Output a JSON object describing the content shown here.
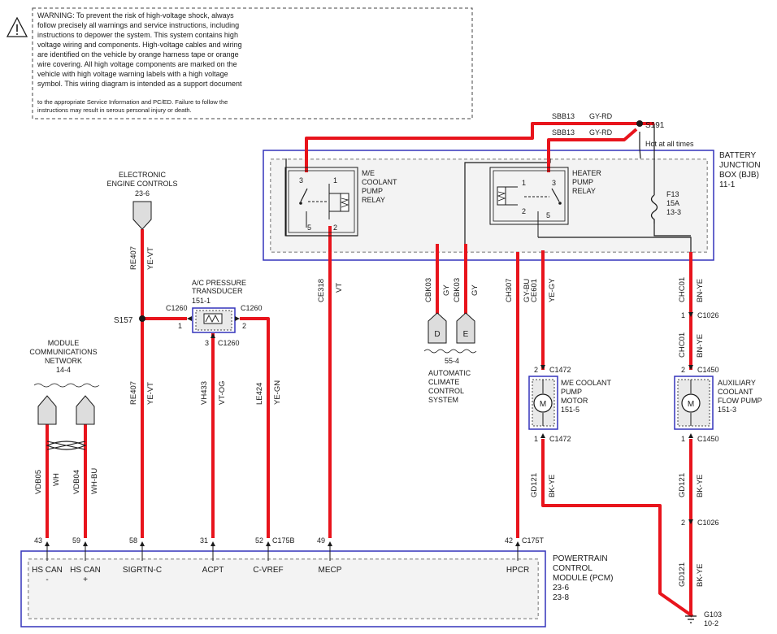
{
  "warning": {
    "lines": [
      "WARNING: To prevent the risk of high-voltage shock, always",
      "follow precisely all warnings and service instructions, including",
      "instructions to depower the system. This system contains high",
      "voltage wiring and components. High-voltage cables and wiring",
      "are identified on the vehicle by orange harness tape or orange",
      "wire covering. All high voltage components are marked on the",
      "vehicle with high voltage warning labels with a high voltage",
      "symbol. This wiring diagram is intended as a support document",
      "to the appropriate Service Information and PC/ED. Failure to follow the",
      "instructions may result in serous personal injury or death."
    ]
  },
  "bjb": {
    "title": [
      "BATTERY",
      "JUNCTION",
      "BOX (BJB)"
    ],
    "ref": "11-1"
  },
  "splice_s191": "S191",
  "hot_at_all_times": "Hot at all times",
  "sbb_top": {
    "circuit": "SBB13",
    "color": "GY-RD"
  },
  "sbb_bottom": {
    "circuit": "SBB13",
    "color": "GY-RD"
  },
  "fuse": {
    "name": "F13",
    "rating": "15A",
    "ref": "13-3"
  },
  "me_relay": {
    "label": [
      "M/E",
      "COOLANT",
      "PUMP",
      "RELAY"
    ],
    "pins": [
      "3",
      "1",
      "5",
      "2"
    ]
  },
  "heater_relay": {
    "label": [
      "HEATER",
      "PUMP",
      "RELAY"
    ],
    "pins": [
      "1",
      "3",
      "2",
      "5"
    ]
  },
  "eec": {
    "label": [
      "ELECTRONIC",
      "ENGINE CONTROLS"
    ],
    "ref": "23-6"
  },
  "mcn": {
    "label": [
      "MODULE",
      "COMMUNICATIONS",
      "NETWORK"
    ],
    "ref": "14-4"
  },
  "ac_transducer": {
    "label": [
      "A/C PRESSURE",
      "TRANSDUCER"
    ],
    "ref": "151-1",
    "conn_left": "C1260",
    "conn_right": "C1260",
    "conn_bottom": "C1260",
    "pin_left": "1",
    "pin_right": "2",
    "pin_bottom": "3"
  },
  "splice_s157": "S157",
  "acc": {
    "label": [
      "AUTOMATIC",
      "CLIMATE",
      "CONTROL",
      "SYSTEM"
    ],
    "ref": "55-4",
    "conn_d": "D",
    "conn_e": "E"
  },
  "wires": {
    "re407_top": {
      "circuit": "RE407",
      "color": "YE-VT"
    },
    "re407_bot": {
      "circuit": "RE407",
      "color": "YE-VT"
    },
    "vdb05": {
      "circuit": "VDB05",
      "color": "WH"
    },
    "vdb04": {
      "circuit": "VDB04",
      "color": "WH-BU"
    },
    "vh433": {
      "circuit": "VH433",
      "color": "VT-OG"
    },
    "le424": {
      "circuit": "LE424",
      "color": "YE-GN"
    },
    "ce318": {
      "circuit": "CE318",
      "color": "VT"
    },
    "cbk03a": {
      "circuit": "CBK03",
      "color": "GY"
    },
    "cbk03b": {
      "circuit": "CBK03",
      "color": "GY"
    },
    "ch307": {
      "circuit": "CH307",
      "color": "GY-BU"
    },
    "ce601": {
      "circuit": "CE601",
      "color": "YE-GY"
    },
    "chc01a": {
      "circuit": "CHC01",
      "color": "BN-YE"
    },
    "chc01b": {
      "circuit": "CHC01",
      "color": "BN-YE"
    },
    "gd121a": {
      "circuit": "GD121",
      "color": "BK-YE"
    },
    "gd121b": {
      "circuit": "GD121",
      "color": "BK-YE"
    },
    "gd121c": {
      "circuit": "GD121",
      "color": "BK-YE"
    }
  },
  "me_pump": {
    "label": [
      "M/E COOLANT",
      "PUMP",
      "MOTOR"
    ],
    "ref": "151-5",
    "conn_top": "C1472",
    "pin_top": "2",
    "conn_bottom": "C1472",
    "pin_bottom": "1"
  },
  "aux_pump": {
    "label": [
      "AUXILIARY",
      "COOLANT",
      "FLOW PUMP"
    ],
    "ref": "151-3",
    "conn_top": "C1450",
    "pin_top": "2",
    "conn_bottom": "C1450",
    "pin_bottom": "1"
  },
  "c1026_top": {
    "pin": "1",
    "conn": "C1026"
  },
  "c1026_bot": {
    "pin": "2",
    "conn": "C1026"
  },
  "ground": {
    "name": "G103",
    "ref": "10-2"
  },
  "pcm": {
    "title": [
      "POWERTRAIN",
      "CONTROL",
      "MODULE (PCM)"
    ],
    "refs": [
      "23-6",
      "23-8"
    ],
    "conn_b": "C175B",
    "conn_t": "C175T",
    "pins": [
      {
        "num": "43",
        "label": "HS CAN",
        "sub": "-"
      },
      {
        "num": "59",
        "label": "HS CAN",
        "sub": "+"
      },
      {
        "num": "58",
        "label": "SIGRTN-C",
        "sub": ""
      },
      {
        "num": "31",
        "label": "ACPT",
        "sub": ""
      },
      {
        "num": "52",
        "label": "C-VREF",
        "sub": ""
      },
      {
        "num": "49",
        "label": "MECP",
        "sub": ""
      },
      {
        "num": "42",
        "label": "HPCR",
        "sub": ""
      }
    ]
  },
  "motor_symbol": "M"
}
